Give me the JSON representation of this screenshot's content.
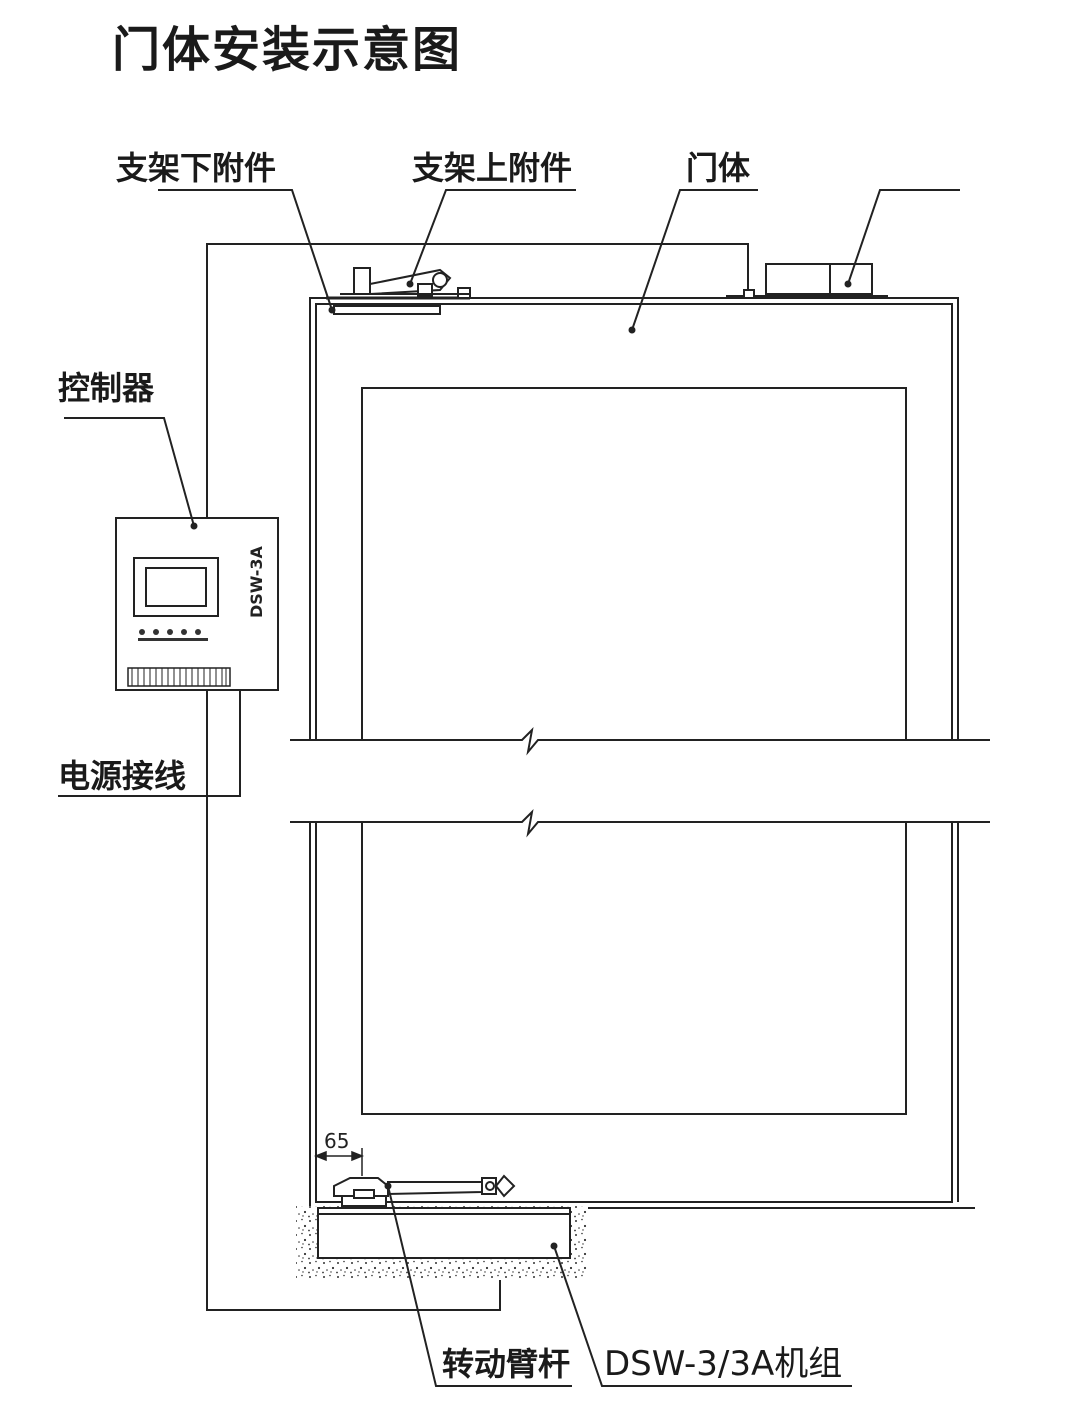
{
  "title": "门体安装示意图",
  "labels": {
    "bracket_lower": "支架下附件",
    "bracket_upper": "支架上附件",
    "door_body": "门体",
    "controller": "控制器",
    "power_wiring": "电源接线",
    "swing_arm": "转动臂杆",
    "unit": "DSW-3/3A机组"
  },
  "controller_model": "DSW-3A",
  "dimension": "65"
}
